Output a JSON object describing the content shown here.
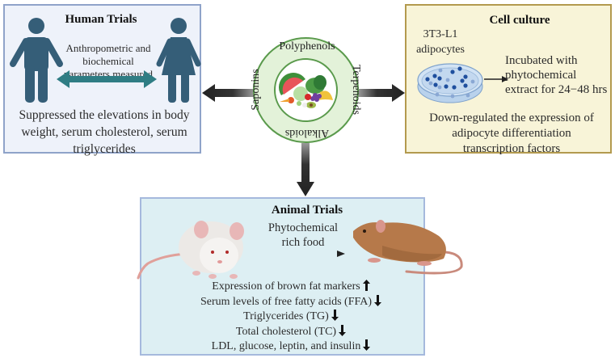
{
  "center": {
    "ring_labels": {
      "top": "Polyphenols",
      "right": "Terpenoids",
      "bottom": "Alkaloids",
      "left": "Saponins"
    },
    "image": "fruits-and-vegetables-illustration"
  },
  "human_trials": {
    "title": "Human Trials",
    "parameters": [
      "Anthropometric and",
      "biochemical",
      "parameters measured"
    ],
    "result": [
      "Suppressed the elevations in body",
      "weight, serum cholesterol, serum",
      "triglycerides"
    ],
    "icons": [
      "male-person-icon",
      "female-person-icon",
      "double-arrow-icon"
    ]
  },
  "cell_culture": {
    "title": "Cell culture",
    "cell_line": [
      "3T3-L1",
      "adipocytes"
    ],
    "treatment": [
      "Incubated with",
      "phytochemical",
      "extract for 24−48 hrs"
    ],
    "result": [
      "Down-regulated the expression of",
      "adipocyte differentiation",
      "transcription factors"
    ],
    "icons": [
      "petri-dish-icon",
      "right-arrow-icon"
    ]
  },
  "animal_trials": {
    "title": "Animal Trials",
    "intervention": [
      "Phytochemical",
      "rich food"
    ],
    "results": [
      {
        "text": "Expression of brown fat markers",
        "direction": "up"
      },
      {
        "text": "Serum levels of free fatty acids (FFA)",
        "direction": "down"
      },
      {
        "text": "Triglycerides (TG)",
        "direction": "down"
      },
      {
        "text": "Total cholesterol (TC)",
        "direction": "down"
      },
      {
        "text": "LDL, glucose, leptin, and insulin",
        "direction": "down"
      }
    ],
    "icons": [
      "white-mouse-icon",
      "brown-mouse-icon",
      "right-arrow-icon"
    ]
  },
  "colors": {
    "human_bg": "#eef2fa",
    "human_border": "#8fa3c9",
    "cell_bg": "#f8f4d8",
    "cell_border": "#b39a4e",
    "animal_bg": "#ddeff3",
    "animal_border": "#a5b9dd",
    "ring_fill": "#e3f2d9",
    "ring_stroke": "#5a9a4c",
    "person": "#355e78",
    "teal_arrow": "#2f7d84",
    "connector": "#222222"
  }
}
